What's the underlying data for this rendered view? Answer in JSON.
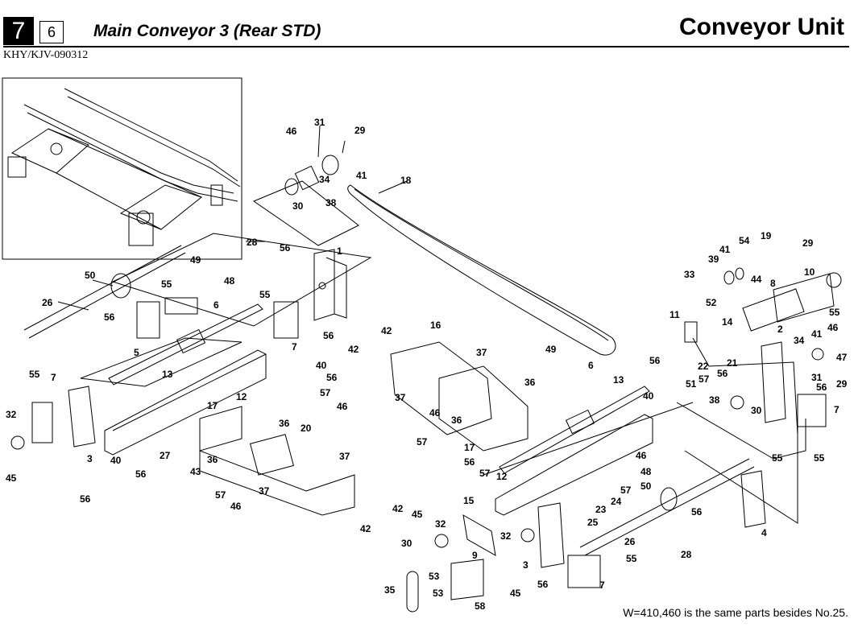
{
  "header": {
    "section_number": "7",
    "page_number": "6",
    "title": "Main Conveyor 3 (Rear STD)",
    "unit": "Conveyor Unit",
    "doc_code": "KHY/KJV-090312"
  },
  "note": "W=410,460 is the same parts besides No.25.",
  "callouts": [
    {
      "id": "c31a",
      "text": "31"
    },
    {
      "id": "c46a",
      "text": "46"
    },
    {
      "id": "c29a",
      "text": "29"
    },
    {
      "id": "c34a",
      "text": "34"
    },
    {
      "id": "c41a",
      "text": "41"
    },
    {
      "id": "c18",
      "text": "18"
    },
    {
      "id": "c30a",
      "text": "30"
    },
    {
      "id": "c38a",
      "text": "38"
    },
    {
      "id": "c28a",
      "text": "28"
    },
    {
      "id": "c56a",
      "text": "56"
    },
    {
      "id": "c1",
      "text": "1"
    },
    {
      "id": "c49a",
      "text": "49"
    },
    {
      "id": "c50a",
      "text": "50"
    },
    {
      "id": "c55a",
      "text": "55"
    },
    {
      "id": "c48a",
      "text": "48"
    },
    {
      "id": "c26a",
      "text": "26"
    },
    {
      "id": "c6a",
      "text": "6"
    },
    {
      "id": "c56b",
      "text": "56"
    },
    {
      "id": "c55b",
      "text": "55"
    },
    {
      "id": "c5",
      "text": "5"
    },
    {
      "id": "c7a",
      "text": "7"
    },
    {
      "id": "c56c",
      "text": "56"
    },
    {
      "id": "c13a",
      "text": "13"
    },
    {
      "id": "c40a",
      "text": "40"
    },
    {
      "id": "c56d",
      "text": "56"
    },
    {
      "id": "c57a",
      "text": "57"
    },
    {
      "id": "c46b",
      "text": "46"
    },
    {
      "id": "c20",
      "text": "20"
    },
    {
      "id": "c12a",
      "text": "12"
    },
    {
      "id": "c55c",
      "text": "55"
    },
    {
      "id": "c7b",
      "text": "7"
    },
    {
      "id": "c32a",
      "text": "32"
    },
    {
      "id": "c3a",
      "text": "3"
    },
    {
      "id": "c45a",
      "text": "45"
    },
    {
      "id": "c56e",
      "text": "56"
    },
    {
      "id": "c40b",
      "text": "40"
    },
    {
      "id": "c56f",
      "text": "56"
    },
    {
      "id": "c27",
      "text": "27"
    },
    {
      "id": "c43",
      "text": "43"
    },
    {
      "id": "c17a",
      "text": "17"
    },
    {
      "id": "c36a",
      "text": "36"
    },
    {
      "id": "c36b",
      "text": "36"
    },
    {
      "id": "c37a",
      "text": "37"
    },
    {
      "id": "c37b",
      "text": "37"
    },
    {
      "id": "c57b",
      "text": "57"
    },
    {
      "id": "c46c",
      "text": "46"
    },
    {
      "id": "c42a",
      "text": "42"
    },
    {
      "id": "c42b",
      "text": "42"
    },
    {
      "id": "c16",
      "text": "16"
    },
    {
      "id": "c42c",
      "text": "42"
    },
    {
      "id": "c42d",
      "text": "42"
    },
    {
      "id": "c37c",
      "text": "37"
    },
    {
      "id": "c37d",
      "text": "37"
    },
    {
      "id": "c36c",
      "text": "36"
    },
    {
      "id": "c36d",
      "text": "36"
    },
    {
      "id": "c46d",
      "text": "46"
    },
    {
      "id": "c57c",
      "text": "57"
    },
    {
      "id": "c17b",
      "text": "17"
    },
    {
      "id": "c49b",
      "text": "49"
    },
    {
      "id": "c6b",
      "text": "6"
    },
    {
      "id": "c56g",
      "text": "56"
    },
    {
      "id": "c13b",
      "text": "13"
    },
    {
      "id": "c40c",
      "text": "40"
    },
    {
      "id": "c56h",
      "text": "56"
    },
    {
      "id": "c57d",
      "text": "57"
    },
    {
      "id": "c12b",
      "text": "12"
    },
    {
      "id": "c46e",
      "text": "46"
    },
    {
      "id": "c48b",
      "text": "48"
    },
    {
      "id": "c57e",
      "text": "57"
    },
    {
      "id": "c24",
      "text": "24"
    },
    {
      "id": "c23",
      "text": "23"
    },
    {
      "id": "c25",
      "text": "25"
    },
    {
      "id": "c50b",
      "text": "50"
    },
    {
      "id": "c26b",
      "text": "26"
    },
    {
      "id": "c55d",
      "text": "55"
    },
    {
      "id": "c56i",
      "text": "56"
    },
    {
      "id": "c4",
      "text": "4"
    },
    {
      "id": "c28b",
      "text": "28"
    },
    {
      "id": "c15",
      "text": "15"
    },
    {
      "id": "c45b",
      "text": "45"
    },
    {
      "id": "c32b",
      "text": "32"
    },
    {
      "id": "c30b",
      "text": "30"
    },
    {
      "id": "c32c",
      "text": "32"
    },
    {
      "id": "c9",
      "text": "9"
    },
    {
      "id": "c53a",
      "text": "53"
    },
    {
      "id": "c3b",
      "text": "3"
    },
    {
      "id": "c45c",
      "text": "45"
    },
    {
      "id": "c55e",
      "text": "55"
    },
    {
      "id": "c56j",
      "text": "56"
    },
    {
      "id": "c7c",
      "text": "7"
    },
    {
      "id": "c35",
      "text": "35"
    },
    {
      "id": "c53b",
      "text": "53"
    },
    {
      "id": "c58",
      "text": "58"
    },
    {
      "id": "c19",
      "text": "19"
    },
    {
      "id": "c29b",
      "text": "29"
    },
    {
      "id": "c54",
      "text": "54"
    },
    {
      "id": "c41b",
      "text": "41"
    },
    {
      "id": "c39",
      "text": "39"
    },
    {
      "id": "c10",
      "text": "10"
    },
    {
      "id": "c33",
      "text": "33"
    },
    {
      "id": "c44",
      "text": "44"
    },
    {
      "id": "c8",
      "text": "8"
    },
    {
      "id": "c52",
      "text": "52"
    },
    {
      "id": "c55f",
      "text": "55"
    },
    {
      "id": "c11",
      "text": "11"
    },
    {
      "id": "c14",
      "text": "14"
    },
    {
      "id": "c2",
      "text": "2"
    },
    {
      "id": "c41c",
      "text": "41"
    },
    {
      "id": "c46f",
      "text": "46"
    },
    {
      "id": "c34b",
      "text": "34"
    },
    {
      "id": "c47",
      "text": "47"
    },
    {
      "id": "c22",
      "text": "22"
    },
    {
      "id": "c21",
      "text": "21"
    },
    {
      "id": "c56k",
      "text": "56"
    },
    {
      "id": "c51",
      "text": "51"
    },
    {
      "id": "c57f",
      "text": "57"
    },
    {
      "id": "c31b",
      "text": "31"
    },
    {
      "id": "c29c",
      "text": "29"
    },
    {
      "id": "c56l",
      "text": "56"
    },
    {
      "id": "c38b",
      "text": "38"
    },
    {
      "id": "c30c",
      "text": "30"
    },
    {
      "id": "c7d",
      "text": "7"
    },
    {
      "id": "c55g",
      "text": "55"
    }
  ]
}
